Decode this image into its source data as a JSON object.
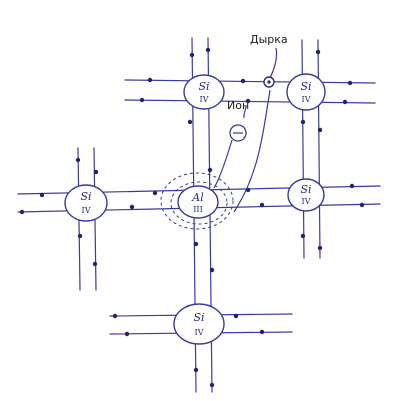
{
  "labels": {
    "hole": "Дырка",
    "ion": "Ион"
  },
  "ion_sign": "⊖",
  "atoms": [
    {
      "id": "si-top-left",
      "symbol": "Si",
      "valence": "IV"
    },
    {
      "id": "si-top-right",
      "symbol": "Si",
      "valence": "IV"
    },
    {
      "id": "si-left",
      "symbol": "Si",
      "valence": "IV"
    },
    {
      "id": "al-center",
      "symbol": "Al",
      "valence": "III"
    },
    {
      "id": "si-right",
      "symbol": "Si",
      "valence": "IV"
    },
    {
      "id": "si-bottom",
      "symbol": "Si",
      "valence": "IV"
    }
  ],
  "colors": {
    "ink": "#3a3aa0",
    "electron": "#22226e"
  }
}
